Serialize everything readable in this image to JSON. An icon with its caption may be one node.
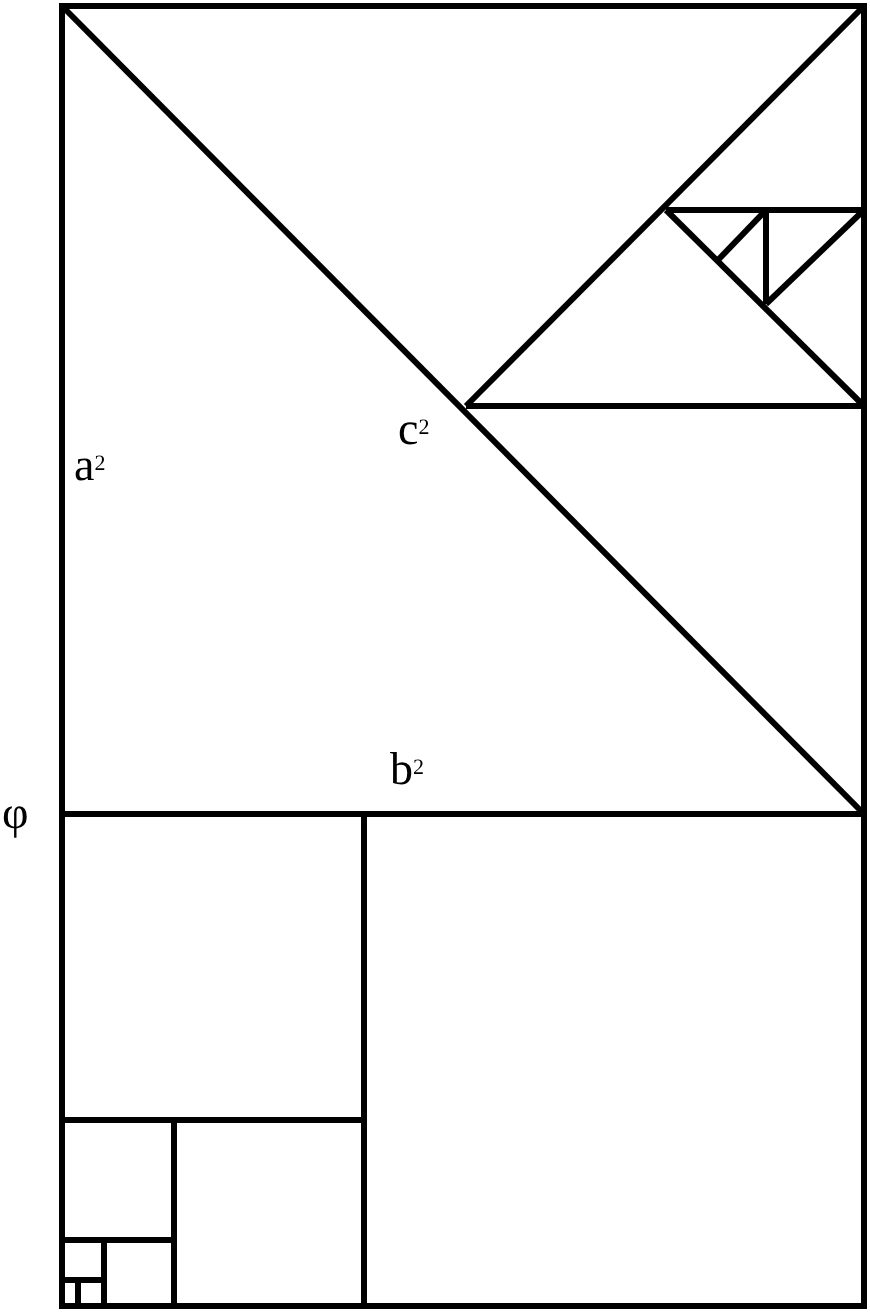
{
  "diagram": {
    "labels": [
      "c$^{2}$",
      "a$^{2}$",
      "b$^{2}$",
      "φ"
    ]
  }
}
